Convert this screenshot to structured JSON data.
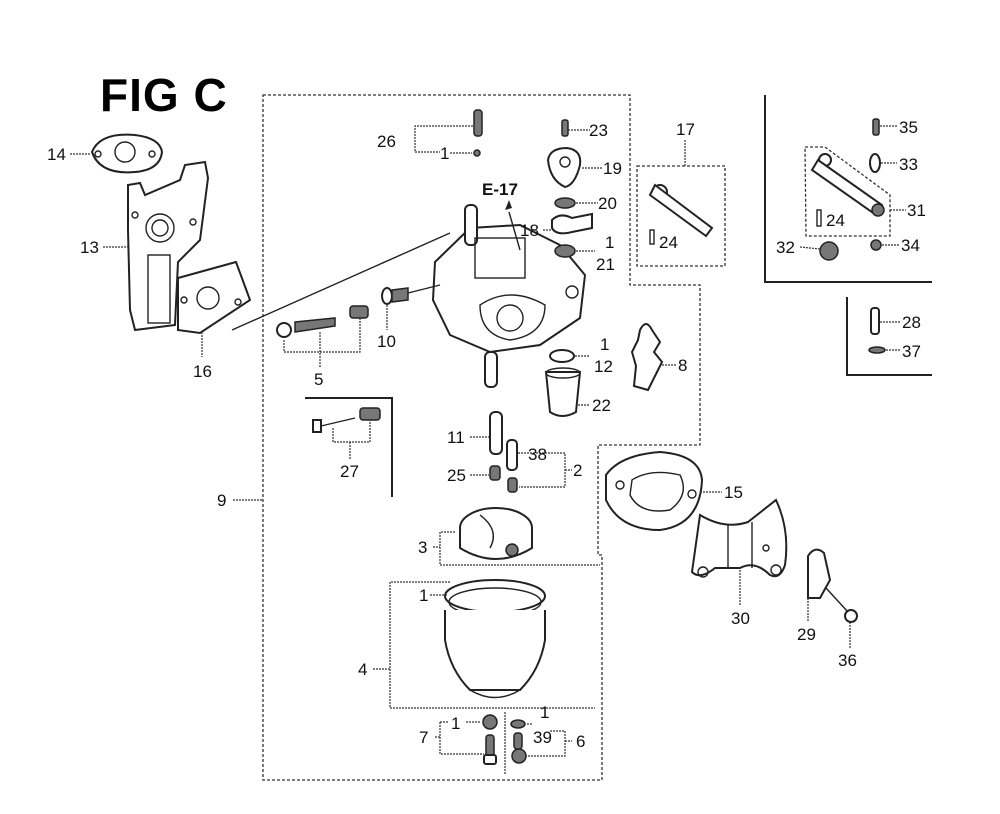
{
  "figure": {
    "title": "FIG C",
    "reference": "E-17"
  },
  "callouts": {
    "c1a": "1",
    "c1b": "1",
    "c1c": "1",
    "c1d": "1",
    "c1e": "1",
    "c1f": "1",
    "c2": "2",
    "c3": "3",
    "c4": "4",
    "c5": "5",
    "c6": "6",
    "c7": "7",
    "c8": "8",
    "c9": "9",
    "c10": "10",
    "c11": "11",
    "c12": "12",
    "c13": "13",
    "c14": "14",
    "c15": "15",
    "c16": "16",
    "c17": "17",
    "c18": "18",
    "c19": "19",
    "c20": "20",
    "c21": "21",
    "c22": "22",
    "c23": "23",
    "c24a": "24",
    "c24b": "24",
    "c25": "25",
    "c26": "26",
    "c27": "27",
    "c28": "28",
    "c29": "29",
    "c30": "30",
    "c31": "31",
    "c32": "32",
    "c33": "33",
    "c34": "34",
    "c35": "35",
    "c36": "36",
    "c37": "37",
    "c38": "38",
    "c39": "39"
  }
}
